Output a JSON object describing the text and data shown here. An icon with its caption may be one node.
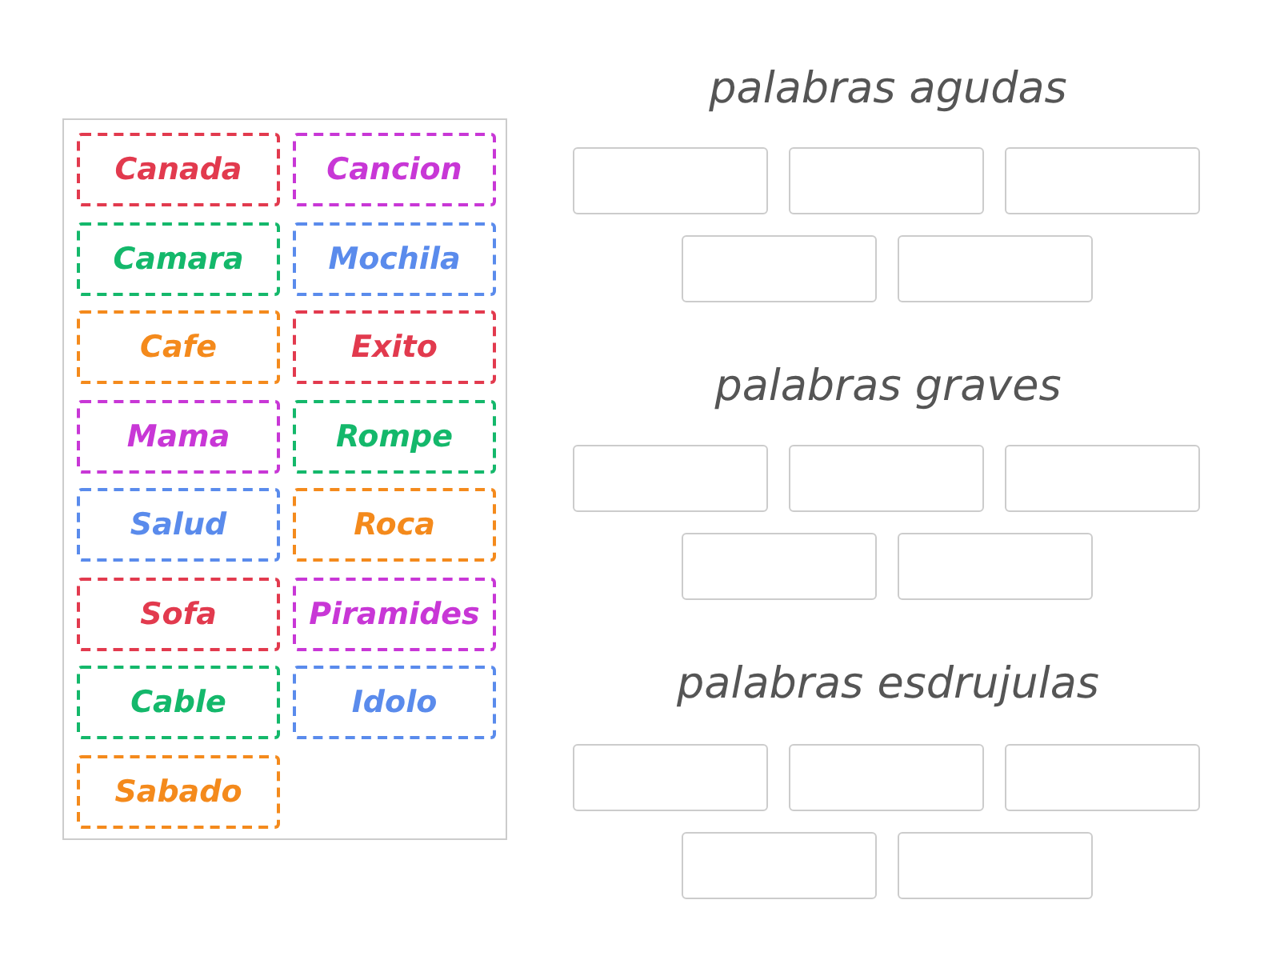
{
  "diagram": {
    "nodes": [
      {
        "text": [],
        "shape": "box"
      },
      {
        "text": [
          "Canada"
        ],
        "in": 0
      },
      {
        "text": [
          "Cancion"
        ],
        "in": 0
      },
      {
        "text": [
          "Camara"
        ],
        "in": 0
      },
      {
        "text": [
          "Mochila"
        ],
        "in": 0
      },
      {
        "text": [
          "Cafe"
        ],
        "in": 0
      },
      {
        "text": [
          "Exito"
        ],
        "in": 0
      },
      {
        "text": [
          "Mama"
        ],
        "in": 0
      },
      {
        "text": [
          "Rompe"
        ],
        "in": 0
      },
      {
        "text": [
          "Salud"
        ],
        "in": 0
      },
      {
        "text": [
          "Roca"
        ],
        "in": 0
      },
      {
        "text": [
          "Sofa"
        ],
        "in": 0
      },
      {
        "text": [
          "Piramides"
        ],
        "in": 0
      },
      {
        "text": [
          "Cable"
        ],
        "in": 0
      },
      {
        "text": [
          "Idolo"
        ],
        "in": 0
      },
      {
        "text": [
          "Sabado"
        ],
        "in": 0
      },
      {
        "text": [],
        "shape": "box"
      },
      {
        "text": [],
        "shape": "box"
      },
      {
        "text": [],
        "shape": "box"
      },
      {
        "text": [],
        "shape": "box"
      },
      {
        "text": [],
        "shape": "box"
      },
      {
        "text": [],
        "shape": "box"
      },
      {
        "text": [],
        "shape": "box"
      },
      {
        "text": [],
        "shape": "box"
      },
      {
        "text": [],
        "shape": "box"
      },
      {
        "text": [],
        "shape": "box"
      },
      {
        "text": [],
        "shape": "box"
      },
      {
        "text": [],
        "shape": "box"
      },
      {
        "text": [],
        "shape": "box"
      },
      {
        "text": [],
        "shape": "box"
      },
      {
        "text": [],
        "shape": "box"
      }
    ],
    "labels": [
      "palabras agudas",
      "palabras graves",
      "palabras esdrujulas"
    ]
  }
}
